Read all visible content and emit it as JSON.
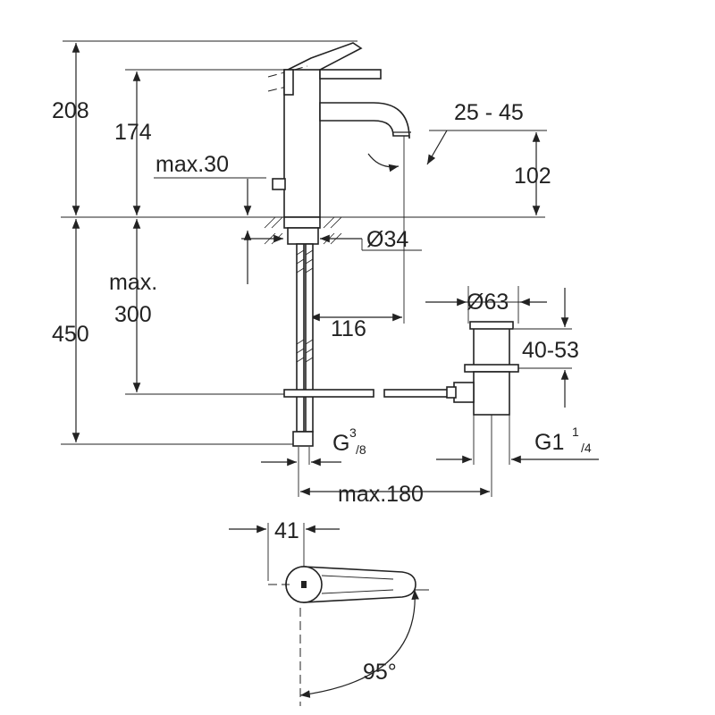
{
  "dimensions": {
    "total_height": "208",
    "spout_height": "174",
    "max_thickness": "max.30",
    "aerator_angle": "25 - 45",
    "spout_clearance": "102",
    "hole_diameter": "Ø34",
    "max_under_label": "max.",
    "max_under_value": "300",
    "supply_length": "450",
    "spout_reach": "116",
    "waste_diameter": "Ø63",
    "waste_range": "40-53",
    "supply_thread_main": "G",
    "supply_thread_sup": "3",
    "supply_thread_sub": "/8",
    "waste_thread_main": "G1",
    "waste_thread_sup": "1",
    "waste_thread_sub": "/4",
    "max_offset": "max.180",
    "lever_offset": "41",
    "lever_rotation": "95°"
  }
}
